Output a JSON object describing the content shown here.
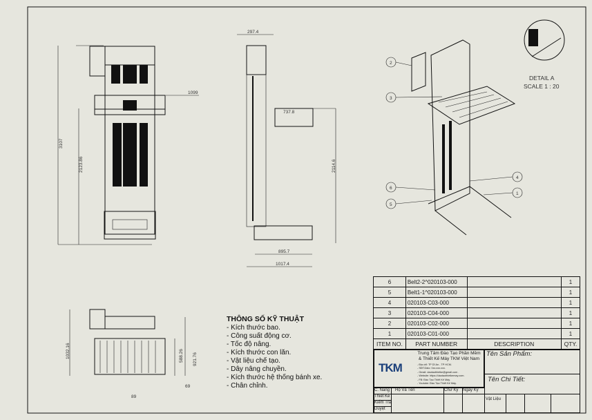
{
  "views": {
    "front": {
      "dims": {
        "overall_height": "3107",
        "lower_height": "2123.86",
        "tray_width": "1099"
      }
    },
    "side": {
      "dims": {
        "top_width": "297.4",
        "tray_length": "737.8",
        "tray_height": "2114.6",
        "base_inner": "895.7",
        "base_overall": "1017.4"
      }
    },
    "top": {
      "dims": {
        "overall": "1032.16",
        "roller_span": "588.26",
        "frame": "921.76",
        "offset_a": "69",
        "offset_b": "89"
      }
    },
    "detail": {
      "title": "DETAIL A",
      "scale": "SCALE 1 : 20"
    },
    "balloons": [
      "1",
      "2",
      "3",
      "4",
      "5",
      "6"
    ]
  },
  "specs": {
    "title": "THÔNG SỐ KỸ THUẬT",
    "items": [
      "- Kích thước bao.",
      "- Công suất động cơ.",
      "- Tốc độ nâng.",
      "- Kích thước con lăn.",
      "- Vật liệu chế tạo.",
      "- Dây nâng chuyền.",
      "- Kích thước hệ thống bánh xe.",
      "- Chân chỉnh."
    ]
  },
  "bom": {
    "headers": {
      "item": "ITEM NO.",
      "part": "PART NUMBER",
      "desc": "DESCRIPTION",
      "qty": "QTY."
    },
    "rows": [
      {
        "item": "6",
        "part": "Belt2-2^020103-000",
        "desc": "",
        "qty": "1"
      },
      {
        "item": "5",
        "part": "Belt1-1^020103-000",
        "desc": "",
        "qty": "1"
      },
      {
        "item": "4",
        "part": "020103-C03-000",
        "desc": "",
        "qty": "1"
      },
      {
        "item": "3",
        "part": "020103-C04-000",
        "desc": "",
        "qty": "1"
      },
      {
        "item": "2",
        "part": "020103-C02-000",
        "desc": "",
        "qty": "1"
      },
      {
        "item": "1",
        "part": "020103-C01-000",
        "desc": "",
        "qty": "1"
      }
    ]
  },
  "title_block": {
    "logo": "TKM",
    "company_line1": "Trung Tâm Đào Tạo Phần Mềm",
    "company_line2": "& Thiết Kế Máy TKM Việt Nam",
    "contacts": [
      "- Địa chỉ: TP Dĩ An - TP HCM.",
      "- SĐT/Zalo: 0xx.xxx.xxx.",
      "- Gmail: daotaothietke@gmail.com .",
      "- Website: https://daotaothietkemay.com.",
      "- FB: Đào Tạo Thiết Kế Máy.",
      "- Youtube: Đào Tạo Thiết Kế Máy."
    ],
    "product_label": "Tên Sản Phẩm:",
    "part_label": "Tên Chi Tiết:",
    "col_role": "C. Năng",
    "col_name": "Họ Và Tên",
    "col_sign": "Chữ Ký",
    "col_date": "Ngày Ký",
    "roles": [
      "Thiết Kế",
      "Kiểm Tra",
      "Duyệt"
    ],
    "material_label": "Vật Liệu"
  },
  "colors": {
    "paper": "#e6e6de",
    "ink": "#111111",
    "logo_blue": "#1a3f7a"
  }
}
